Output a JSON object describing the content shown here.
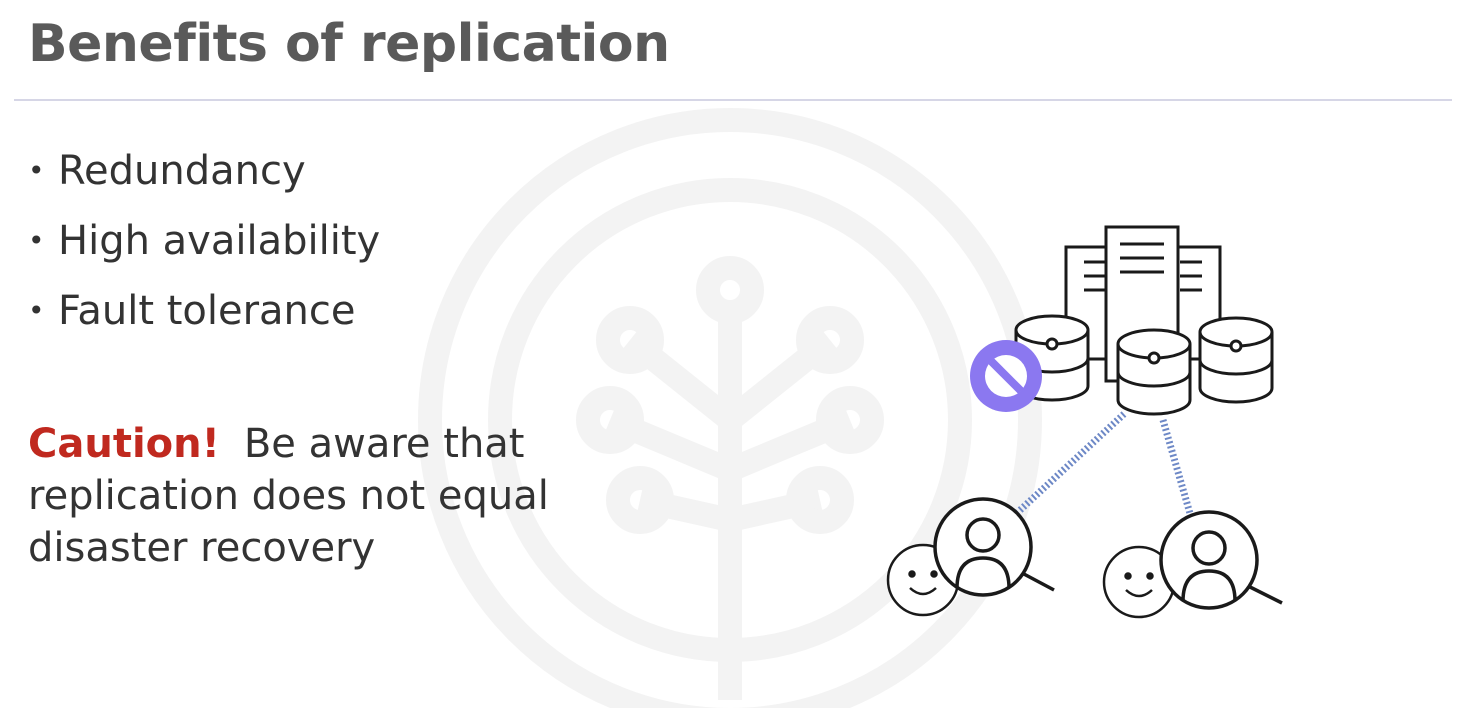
{
  "title": "Benefits of replication",
  "bullets": [
    "Redundancy",
    "High availability",
    "Fault tolerance"
  ],
  "caution": {
    "label": "Caution!",
    "message": "Be aware that replication does not equal disaster recovery"
  },
  "colors": {
    "title": "#5a5a5a",
    "caution": "#c0291f",
    "blocked_badge": "#8b78f0",
    "link_line": "#6d88c6"
  },
  "diagram": {
    "icons": [
      "server-stack-icon",
      "database-icon",
      "blocked-icon",
      "user-search-icon",
      "smiley-icon"
    ]
  }
}
